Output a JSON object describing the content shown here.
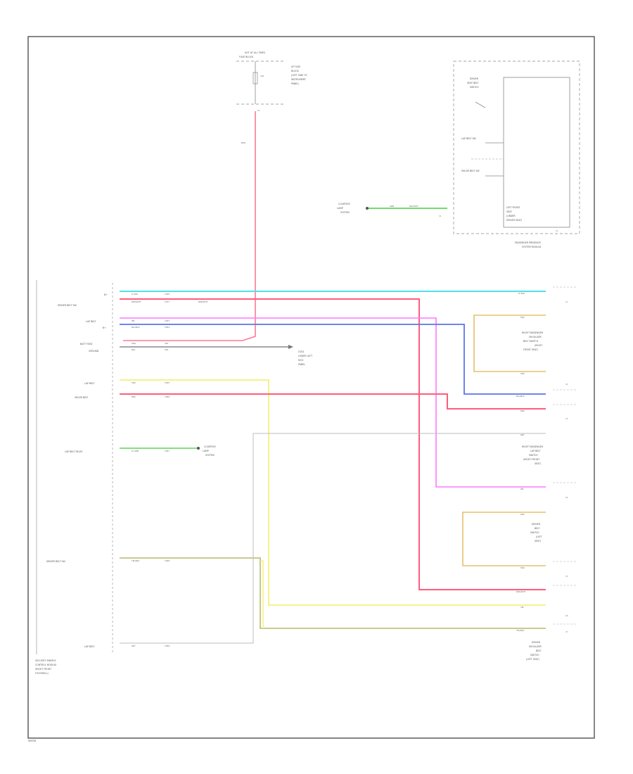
{
  "colors": {
    "red": "#ff5c7c",
    "cyan": "#4ee0ea",
    "magenta": "#ff77ff",
    "blue": "#5b74ee",
    "yellow": "#f4f07a",
    "olive": "#b9b86c",
    "green": "#74d96e",
    "tan": "#e6c06c",
    "gray": "#bdbdbd",
    "dark_gray": "#8a8a8a",
    "frame": "#444444",
    "dashed": "#888888"
  },
  "top": {
    "fuse_title": "HOT AT ALL TIMES",
    "fuse_name": "FUSE BLOCK",
    "fuse_caption_lines": [
      "I/P FUSE",
      "BLOCK",
      "(LEFT SIDE OF",
      "INSTRUMENT",
      "PANEL)"
    ],
    "fuse_value": "10A",
    "fuse_id": "C2",
    "wire_red_label": "RED"
  },
  "switch": {
    "label_lines": [
      "DRIVER",
      "SEAT BELT",
      "SWITCH"
    ],
    "row1": "LAP BELT SW",
    "row2": "SHLDR BELT SW",
    "box_lines": [
      "LEFT FRONT",
      "SEAT",
      "(UNDER",
      "DRIVER SEAT)"
    ],
    "bottom_label": "C1",
    "caption_lines": [
      "PASSENGER PRESENCE",
      "SYSTEM MODULE"
    ]
  },
  "ground_top": {
    "label_lines": [
      "COURTESY",
      "LAMP",
      "SYSTEM"
    ],
    "wire1": "GRN",
    "wire2": "BLK/WHT",
    "pin": "C1"
  },
  "module": {
    "name_lines": [
      "SECURITY ENERGY",
      "CONTROL MODULE",
      "(RIGHT FRONT",
      "FOOTWELL)"
    ],
    "rows": [
      {
        "label": "B+",
        "wire": "LT BLU",
        "circuit": "1035"
      },
      {
        "label": "DRIVER BELT SW",
        "wire": "RED/WHT",
        "circuit": "1077"
      },
      {
        "label": "LAP BELT",
        "wire": "PPL",
        "circuit": "1053"
      },
      {
        "label": "B+",
        "wire": "BLU/BLK",
        "circuit": "1054"
      },
      {
        "label": "BATT FEED",
        "wire": "ORG",
        "circuit": "340"
      },
      {
        "label": "GROUND",
        "wire": "BLK",
        "circuit": "550"
      },
      {
        "label": "LAP BELT",
        "wire": "TAN",
        "circuit": "1055"
      },
      {
        "label": "SHLDR BELT",
        "wire": "PNK",
        "circuit": "1056"
      },
      {
        "label": "LAP BELT RELAY",
        "wire": "LT GRN",
        "circuit": "1057"
      },
      {
        "label": "DRIVER BELT SW",
        "wire": "YEL/BLK",
        "circuit": "1058"
      },
      {
        "label": "LAP BELT",
        "wire": "GRY",
        "circuit": "1059"
      }
    ],
    "red_extra": "RED/WHT",
    "ground_text_lines": [
      "G301",
      "LOWER LEFT",
      "KICK",
      "PANEL"
    ]
  },
  "right_side": {
    "connectors": [
      "C1",
      "C2",
      "C3",
      "C4",
      "C5",
      "C6",
      "C7"
    ],
    "box1_lines": [
      "RIGHT PASSENGER",
      "SHOULDER",
      "BELT SWITCH",
      "(RIGHT",
      "FRONT SEAT)"
    ],
    "box2_lines": [
      "RIGHT PASSENGER",
      "LAP BELT",
      "SWITCH",
      "(RIGHT FRONT",
      "SEAT)"
    ],
    "box3_lines": [
      "DRIVER",
      "BELT",
      "SWITCH",
      "(LEFT",
      "SEAT)"
    ],
    "box4_lines": [
      "DRIVER",
      "SHOULDER",
      "BELT",
      "SWITCH",
      "(LEFT SEAT)"
    ],
    "wire_labels": {
      "cyan": "LT BLU",
      "tan_top": "TAN",
      "tan_bot": "TAN",
      "blue": "BLU/BLK",
      "pink": "PNK",
      "gray": "GRY",
      "magenta": "PPL",
      "tan2_top": "TAN",
      "tan2_bot": "TAN",
      "red": "RED/WHT",
      "yellow": "YEL",
      "olive": "YEL/BLK"
    }
  },
  "green_ground": {
    "label_lines": [
      "COURTESY",
      "LAMP",
      "SYSTEM"
    ]
  },
  "footer": "W0058"
}
